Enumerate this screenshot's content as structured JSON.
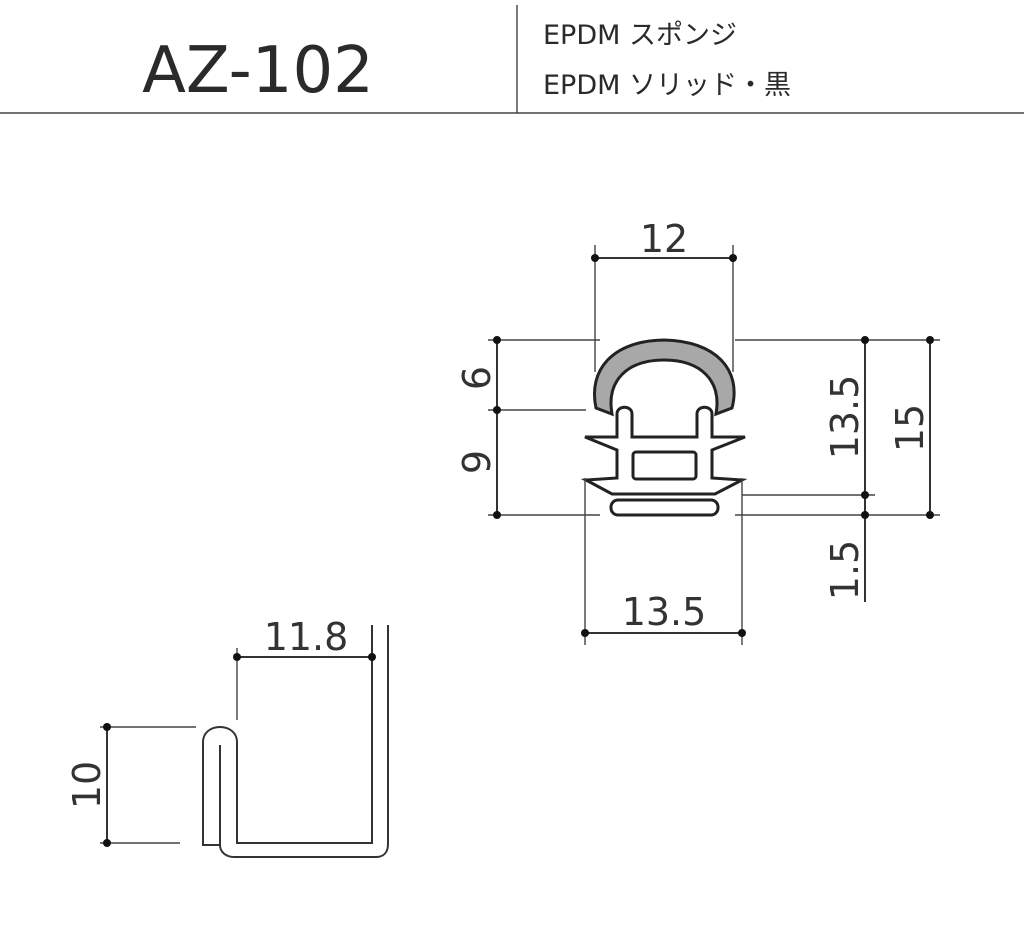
{
  "header": {
    "part_number": "AZ-102",
    "material_lines": [
      "EPDM スポンジ",
      "EPDM ソリッド・黒"
    ]
  },
  "profile_dimensions": {
    "top_width": "12",
    "upper_height": "6",
    "lower_height": "9",
    "body_height": "13.5",
    "total_height": "15",
    "base_thickness": "1.5",
    "bottom_width": "13.5"
  },
  "clip_dimensions": {
    "inner_width": "11.8",
    "height": "10"
  },
  "colors": {
    "sponge_fill": "#a8a8a8",
    "line": "#333333"
  }
}
